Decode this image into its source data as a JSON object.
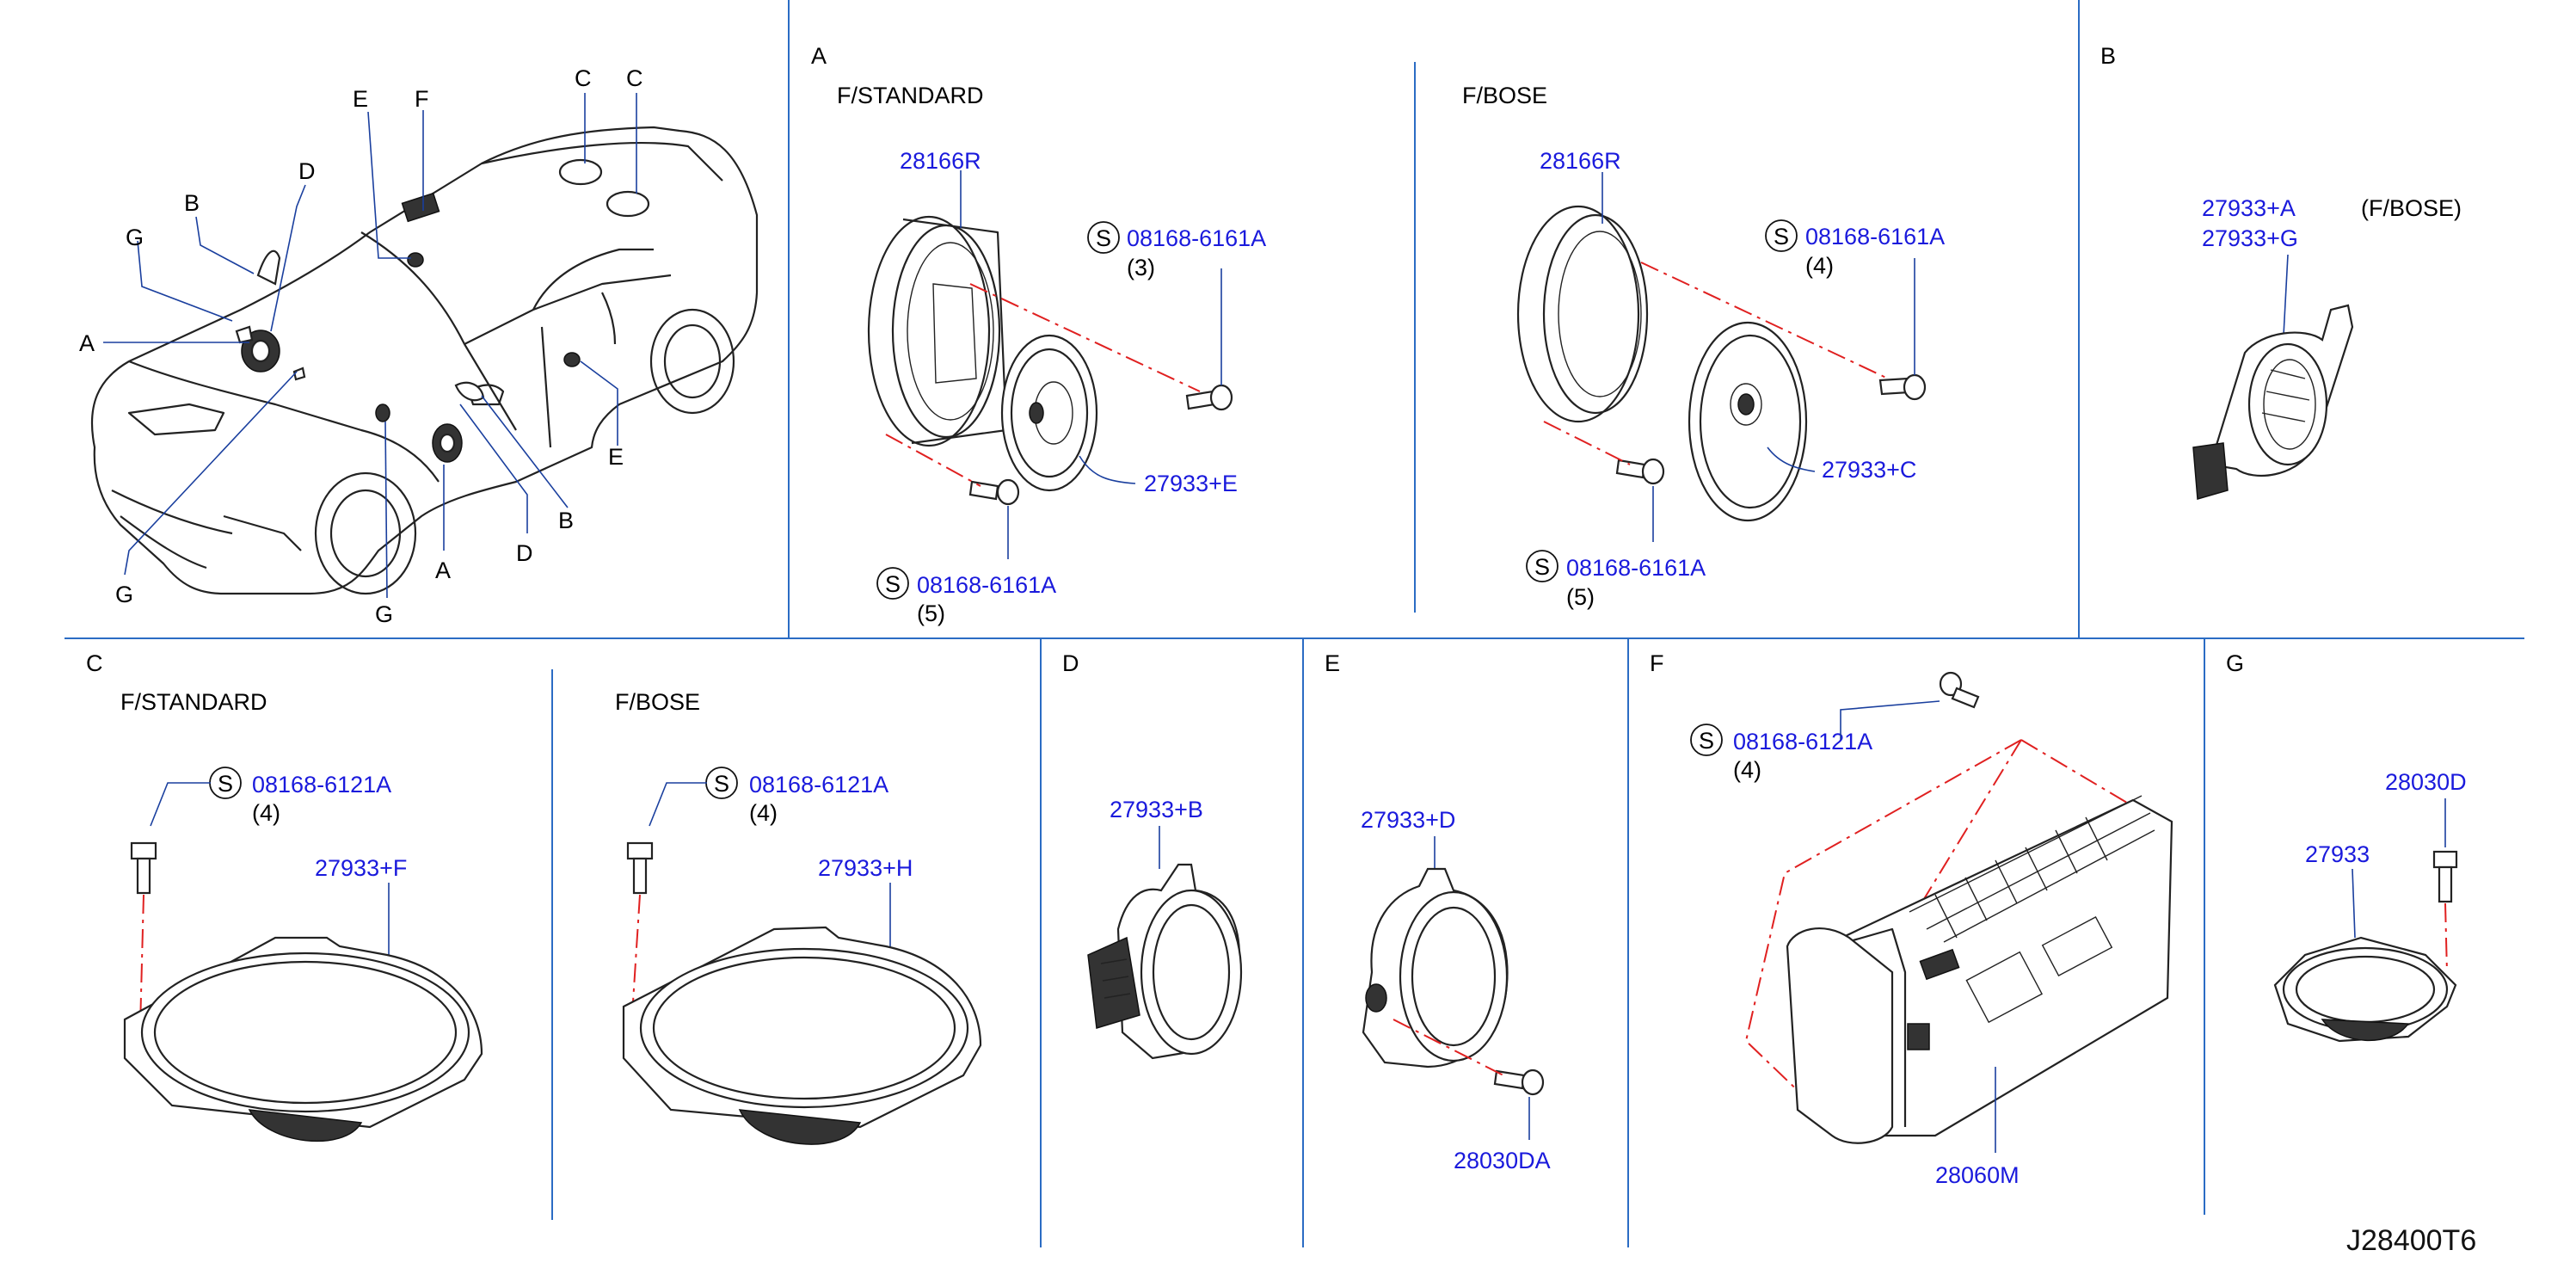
{
  "diagram_code": "J28400T6",
  "overview": {
    "labels": {
      "A1": "A",
      "A2": "A",
      "B1": "B",
      "B2": "B",
      "C1": "C",
      "C2": "C",
      "D1": "D",
      "D2": "D",
      "E1": "E",
      "E2": "E",
      "F1": "F",
      "G1": "G",
      "G2": "G",
      "G3": "G"
    }
  },
  "panel_A": {
    "letter": "A",
    "standard": {
      "title": "F/STANDARD",
      "bracket": "28166R",
      "screw_top": "08168-6161A",
      "qty_top": "(3)",
      "speaker": "27933+E",
      "screw_bottom": "08168-6161A",
      "qty_bottom": "(5)"
    },
    "bose": {
      "title": "F/BOSE",
      "bracket": "28166R",
      "screw_top": "08168-6161A",
      "qty_top": "(4)",
      "speaker": "27933+C",
      "screw_bottom": "08168-6161A",
      "qty_bottom": "(5)"
    }
  },
  "panel_B": {
    "letter": "B",
    "part1": "27933+A",
    "part2": "27933+G",
    "note": "(F/BOSE)"
  },
  "panel_C": {
    "letter": "C",
    "standard": {
      "title": "F/STANDARD",
      "screw": "08168-6121A",
      "qty": "(4)",
      "speaker": "27933+F"
    },
    "bose": {
      "title": "F/BOSE",
      "screw": "08168-6121A",
      "qty": "(4)",
      "speaker": "27933+H"
    }
  },
  "panel_D": {
    "letter": "D",
    "speaker": "27933+B"
  },
  "panel_E": {
    "letter": "E",
    "speaker": "27933+D",
    "screw": "28030DA"
  },
  "panel_F": {
    "letter": "F",
    "screw": "08168-6121A",
    "qty": "(4)",
    "amplifier": "28060M"
  },
  "panel_G": {
    "letter": "G",
    "screw": "28030D",
    "speaker": "27933"
  },
  "symbol": "S"
}
